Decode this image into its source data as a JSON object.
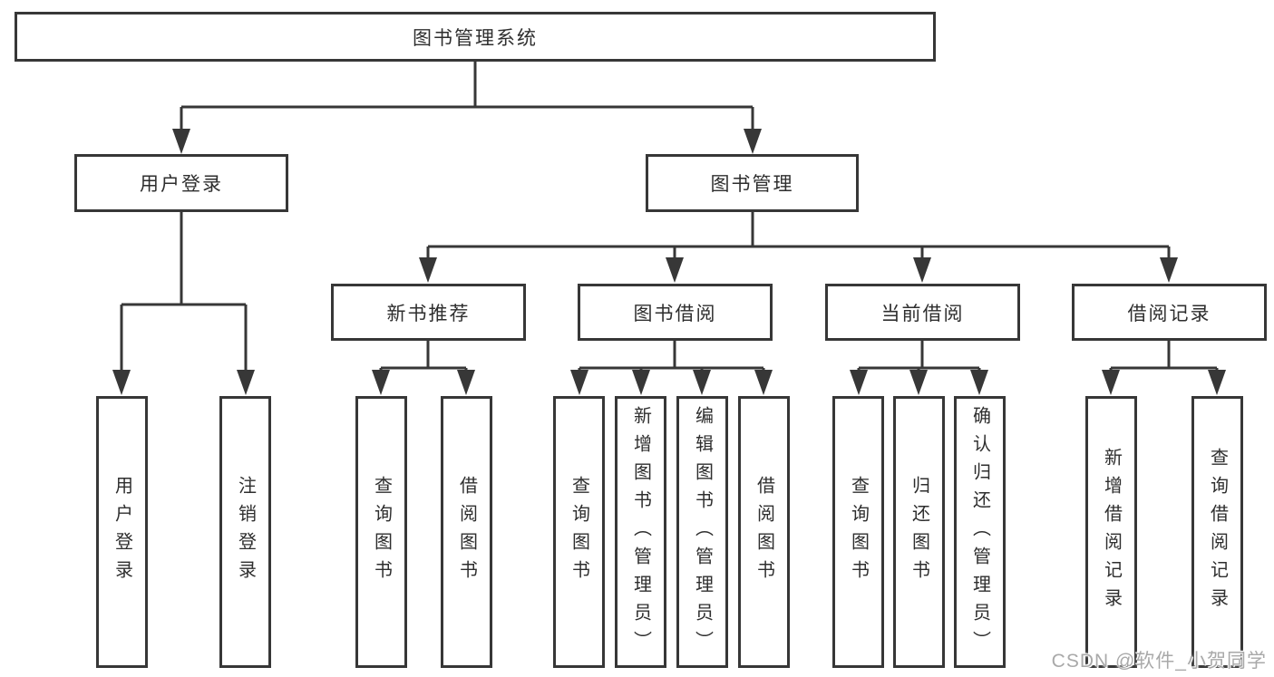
{
  "tree": {
    "root": "图书管理系统",
    "children": [
      {
        "label": "用户登录",
        "children": [
          {
            "label": "用户登录"
          },
          {
            "label": "注销登录"
          }
        ]
      },
      {
        "label": "图书管理",
        "children": [
          {
            "label": "新书推荐",
            "children": [
              {
                "label": "查询图书"
              },
              {
                "label": "借阅图书"
              }
            ]
          },
          {
            "label": "图书借阅",
            "children": [
              {
                "label": "查询图书"
              },
              {
                "label": "新增图书（管理员）"
              },
              {
                "label": "编辑图书（管理员）"
              },
              {
                "label": "借阅图书"
              }
            ]
          },
          {
            "label": "当前借阅",
            "children": [
              {
                "label": "查询图书"
              },
              {
                "label": "归还图书"
              },
              {
                "label": "确认归还（管理员）"
              }
            ]
          },
          {
            "label": "借阅记录",
            "children": [
              {
                "label": "新增借阅记录"
              },
              {
                "label": "查询借阅记录"
              }
            ]
          }
        ]
      }
    ]
  },
  "watermark": "CSDN @软件_小贺同学",
  "colors": {
    "line": "#373737",
    "text": "#2e2e2e",
    "background": "#ffffff",
    "watermark_text": "#a9a9a9"
  }
}
